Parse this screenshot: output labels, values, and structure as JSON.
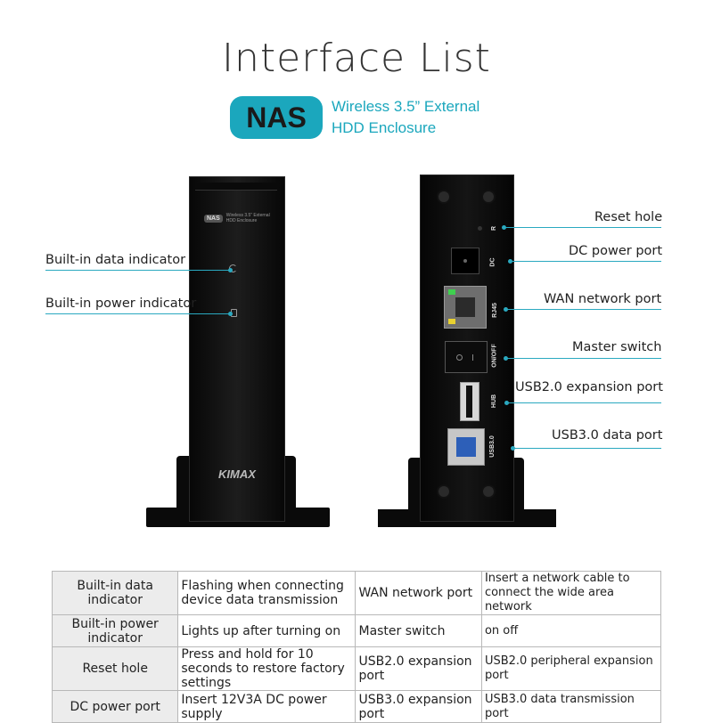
{
  "header": {
    "title": "Interface List",
    "badge": "NAS",
    "subtitle_line1": "Wireless 3.5” External",
    "subtitle_line2": "HDD Enclosure"
  },
  "front_device": {
    "brand": "KIMAX",
    "mini_badge": "NAS",
    "mini_text_line1": "Wireless 3.5” External",
    "mini_text_line2": "HDD Enclosure"
  },
  "front_callouts": [
    "Built-in data indicator",
    "Built-in power indicator"
  ],
  "back_port_labels": [
    "R",
    "DC",
    "RJ45",
    "ON/OFF",
    "HUB",
    "USB3.0"
  ],
  "back_callouts": [
    "Reset hole",
    "DC power port",
    "WAN network port",
    "Master switch",
    "USB2.0 expansion port",
    "USB3.0 data port"
  ],
  "table": [
    [
      "Built-in data indicator",
      "Flashing when connecting device data transmission",
      "WAN network port",
      "Insert a network cable to connect the wide area network"
    ],
    [
      "Built-in power indicator",
      "Lights up after turning on",
      "Master switch",
      "on off"
    ],
    [
      "Reset hole",
      "Press and hold for 10 seconds to restore factory settings",
      "USB2.0 expansion port",
      "USB2.0 peripheral expansion port"
    ],
    [
      "DC power port",
      "Insert 12V3A DC power supply",
      "USB3.0 expansion port",
      "USB3.0 data transmission port"
    ]
  ],
  "colors": {
    "accent": "#1ba7bd",
    "device": "#111111"
  }
}
